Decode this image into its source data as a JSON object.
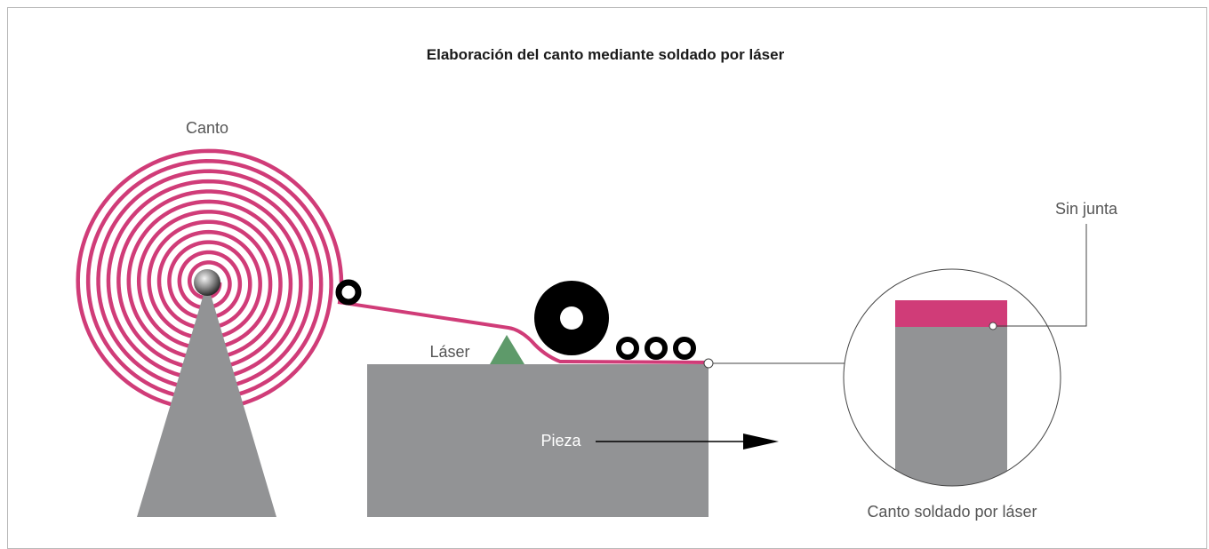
{
  "title": "Elaboración del canto mediante soldado por láser",
  "labels": {
    "canto": "Canto",
    "laser": "Láser",
    "pieza": "Pieza",
    "sin_junta": "Sin junta",
    "canto_soldado": "Canto soldado por láser"
  },
  "colors": {
    "edge_band": "#d03c78",
    "workpiece": "#929395",
    "laser": "#5e9a6a",
    "roller": "#000000",
    "line": "#444444"
  }
}
